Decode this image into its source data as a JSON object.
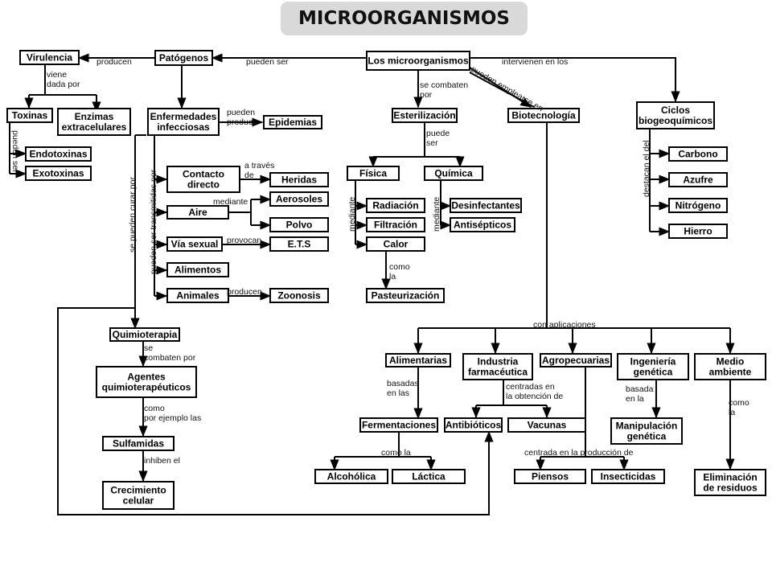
{
  "title": "MICROORGANISMOS",
  "nodes": {
    "microorganismos": "Los microorganismos",
    "patogenos": "Patógenos",
    "virulencia": "Virulencia",
    "toxinas": "Toxinas",
    "enzimas": [
      "Enzimas",
      "extracelulares"
    ],
    "endotoxinas": "Endotoxinas",
    "exotoxinas": "Exotoxinas",
    "enfermedades": [
      "Enfermedades",
      "infecciosas"
    ],
    "epidemias": "Epidemias",
    "contacto": [
      "Contacto",
      "directo"
    ],
    "heridas": "Heridas",
    "aire": "Aire",
    "aerosoles": "Aerosoles",
    "polvo": "Polvo",
    "via_sexual": "Vía sexual",
    "ets": "E.T.S",
    "alimentos": "Alimentos",
    "animales": "Animales",
    "zoonosis": "Zoonosis",
    "esterilizacion": "Esterilización",
    "fisica": "Física",
    "quimica": "Química",
    "radiacion": "Radiación",
    "filtracion": "Filtración",
    "calor": "Calor",
    "desinfectantes": "Desinfectantes",
    "antisepticos": "Antisépticos",
    "pasteurizacion": "Pasteurización",
    "biotecnologia": "Biotecnología",
    "ciclos": [
      "Ciclos",
      "biogeoquímicos"
    ],
    "carbono": "Carbono",
    "azufre": "Azufre",
    "nitrogeno": "Nitrógeno",
    "hierro": "Hierro",
    "quimioterapia": "Quimioterapia",
    "agentes": [
      "Agentes",
      "quimioterapéuticos"
    ],
    "sulfamidas": "Sulfamidas",
    "crecimiento": [
      "Crecimiento",
      "celular"
    ],
    "alimentarias": "Alimentarias",
    "industria": [
      "Industria",
      "farmacéutica"
    ],
    "agropecuarias": "Agropecuarias",
    "ingenieria": [
      "Ingeniería",
      "genética"
    ],
    "medio": [
      "Medio",
      "ambiente"
    ],
    "fermentaciones": "Fermentaciones",
    "antibioticos": "Antibióticos",
    "vacunas": "Vacunas",
    "manipulacion": [
      "Manipulación",
      "genética"
    ],
    "alcoholica": "Alcohólica",
    "lactica": "Láctica",
    "piensos": "Piensos",
    "insecticidas": "Insecticidas",
    "eliminacion": [
      "Eliminación",
      "de residuos"
    ]
  },
  "labels": {
    "producen": "producen",
    "pueden_ser": "pueden ser",
    "intervienen": "intervienen en los",
    "viene_dada_por": [
      "viene",
      "dada por"
    ],
    "pueden_ser_v": "pueden ser",
    "pueden_producir": [
      "pueden",
      "producir"
    ],
    "se_combaten_por": [
      "se combaten",
      "por"
    ],
    "pueden_emplearse_en": "pueden emplearse en",
    "pueden_ser_fq": [
      "puede",
      "ser"
    ],
    "a_traves_de": [
      "a través",
      "de"
    ],
    "mediante_aire": "mediante",
    "provocan": "provocan",
    "producen_z": "producen",
    "se_pueden_curar_por": "se pueden curar por",
    "pueden_ser_transmitidas_por": "pueden ser transmitidas por",
    "mediante_fisica": "mediante",
    "mediante_quimica": "mediante",
    "como_la": [
      "como",
      "la"
    ],
    "destacan_el_del": "destacan el del",
    "con_aplicaciones": "con     aplicaciones",
    "se_combaten_por_q": [
      "se",
      "combaten por"
    ],
    "como_por_ejemplo_las": [
      "como",
      "por ejemplo las"
    ],
    "inhiben_el": "inhiben el",
    "basadas_en_las": [
      "basadas",
      "en las"
    ],
    "centradas_en": [
      "centradas en",
      "la obtención de"
    ],
    "basada_en_la": [
      "basada",
      "en la"
    ],
    "como_la_medio": [
      "como",
      "la"
    ],
    "como_la_ferm": "como la",
    "centrada_produccion": "centrada en la producción de"
  }
}
